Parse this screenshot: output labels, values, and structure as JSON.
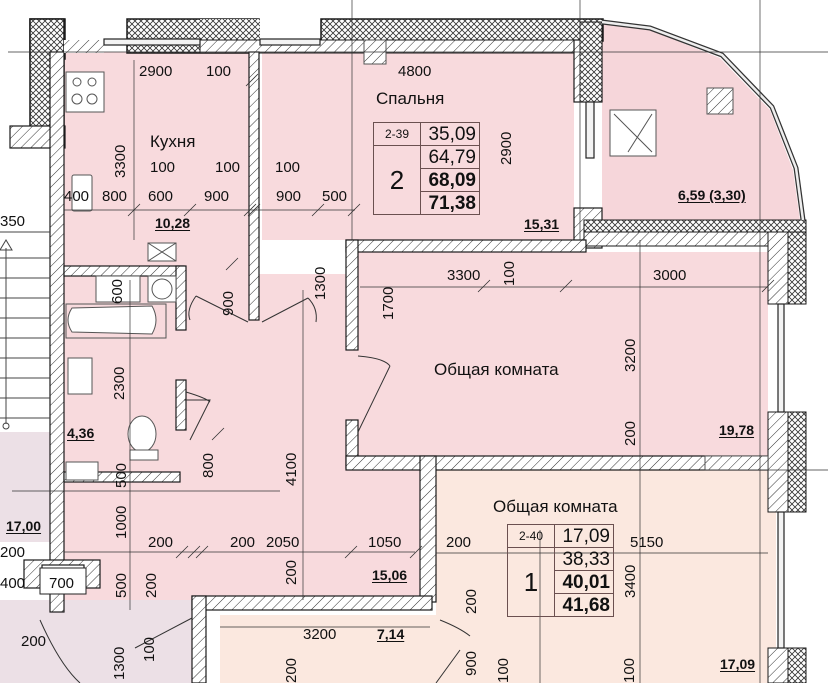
{
  "colors": {
    "apt_2room_fill": "#f8dadd",
    "apt_1room_fill": "#fbe8df",
    "corridor_fill": "#ece0e6",
    "balcony_fill": "#f6d6da",
    "wall_stroke": "#1a1a1a",
    "hatch": "#333333"
  },
  "apartment_2": {
    "code": "2-39",
    "rooms": "2",
    "areas": [
      "35,09",
      "64,79",
      "68,09",
      "71,38"
    ],
    "kitchen": {
      "label": "Кухня",
      "area": "10,28"
    },
    "bedroom": {
      "label": "Спальня",
      "area": "15,31"
    },
    "living": {
      "label": "Общая комната",
      "area": "19,78"
    },
    "bathroom": {
      "area": "4,36"
    },
    "hall": {
      "area": "15,06"
    },
    "balcony": {
      "area": "6,59 (3,30)"
    }
  },
  "apartment_1": {
    "code": "2-40",
    "rooms": "1",
    "areas": [
      "17,09",
      "38,33",
      "40,01",
      "41,68"
    ],
    "living": {
      "label": "Общая комната",
      "area": "17,09"
    },
    "hall": {
      "area": "7,14"
    }
  },
  "common": {
    "corridor_area": "17,00",
    "stair_width": "350"
  },
  "dimensions": {
    "kitchen_width": "2900",
    "kitchen_top_100": "100",
    "bedroom_width": "4800",
    "kitchen_depth": "3300",
    "kitchen_row": [
      "400",
      "800",
      "600",
      "900",
      "900",
      "500"
    ],
    "kitchen_100_a": "100",
    "kitchen_100_b": "100",
    "kitchen_100_c": "100",
    "bedroom_depth": "2900",
    "bath_600": "600",
    "door_900": "900",
    "door_1300": "1300",
    "living_1700": "1700",
    "living_3300": "3300",
    "living_100": "100",
    "living_3000": "3000",
    "living_3200": "3200",
    "living_200": "200",
    "bath_2300": "2300",
    "hall_800": "800",
    "hall_4100": "4100",
    "bath_500": "500",
    "hall_1000": "1000",
    "hall_row": [
      "200",
      "200",
      "2050",
      "1050"
    ],
    "hall_200_v": "200",
    "hall_500_v": "500",
    "hall_200_v2": "200",
    "corr_200": "200",
    "corr_400": "400",
    "corr_700": "700",
    "corr_200_b": "200",
    "corr_1300": "1300",
    "corr_100": "100",
    "apt1_3200": "3200",
    "apt1_200": "200",
    "apt1_5150": "5150",
    "apt1_3400": "3400",
    "apt1_200_v": "200",
    "apt1_900": "900",
    "apt1_100_a": "100",
    "apt1_100_b": "100",
    "apt1_bottom_partial": "200"
  }
}
